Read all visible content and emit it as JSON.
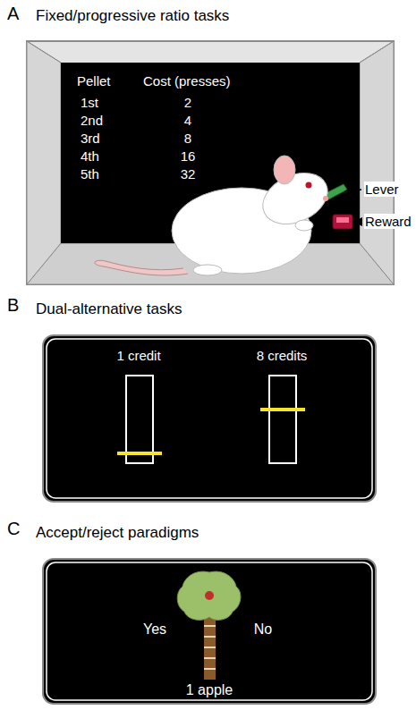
{
  "diagram": {
    "nodes": [
      {
        "text": [
          "Pellet",
          "Cost (presses)",
          "1st",
          "2",
          "2nd",
          "4",
          "3rd",
          "8",
          "4th",
          "16",
          "5th",
          "32"
        ]
      },
      {
        "text": [
          "1 credit",
          "8 credits"
        ]
      },
      {
        "text": [
          "Yes",
          "No",
          "1 apple"
        ]
      }
    ],
    "labels": [
      "A",
      "Fixed/progressive ratio tasks",
      "B",
      "Dual-alternative tasks",
      "C",
      "Accept/reject paradigms",
      "Lever",
      "Reward"
    ]
  }
}
